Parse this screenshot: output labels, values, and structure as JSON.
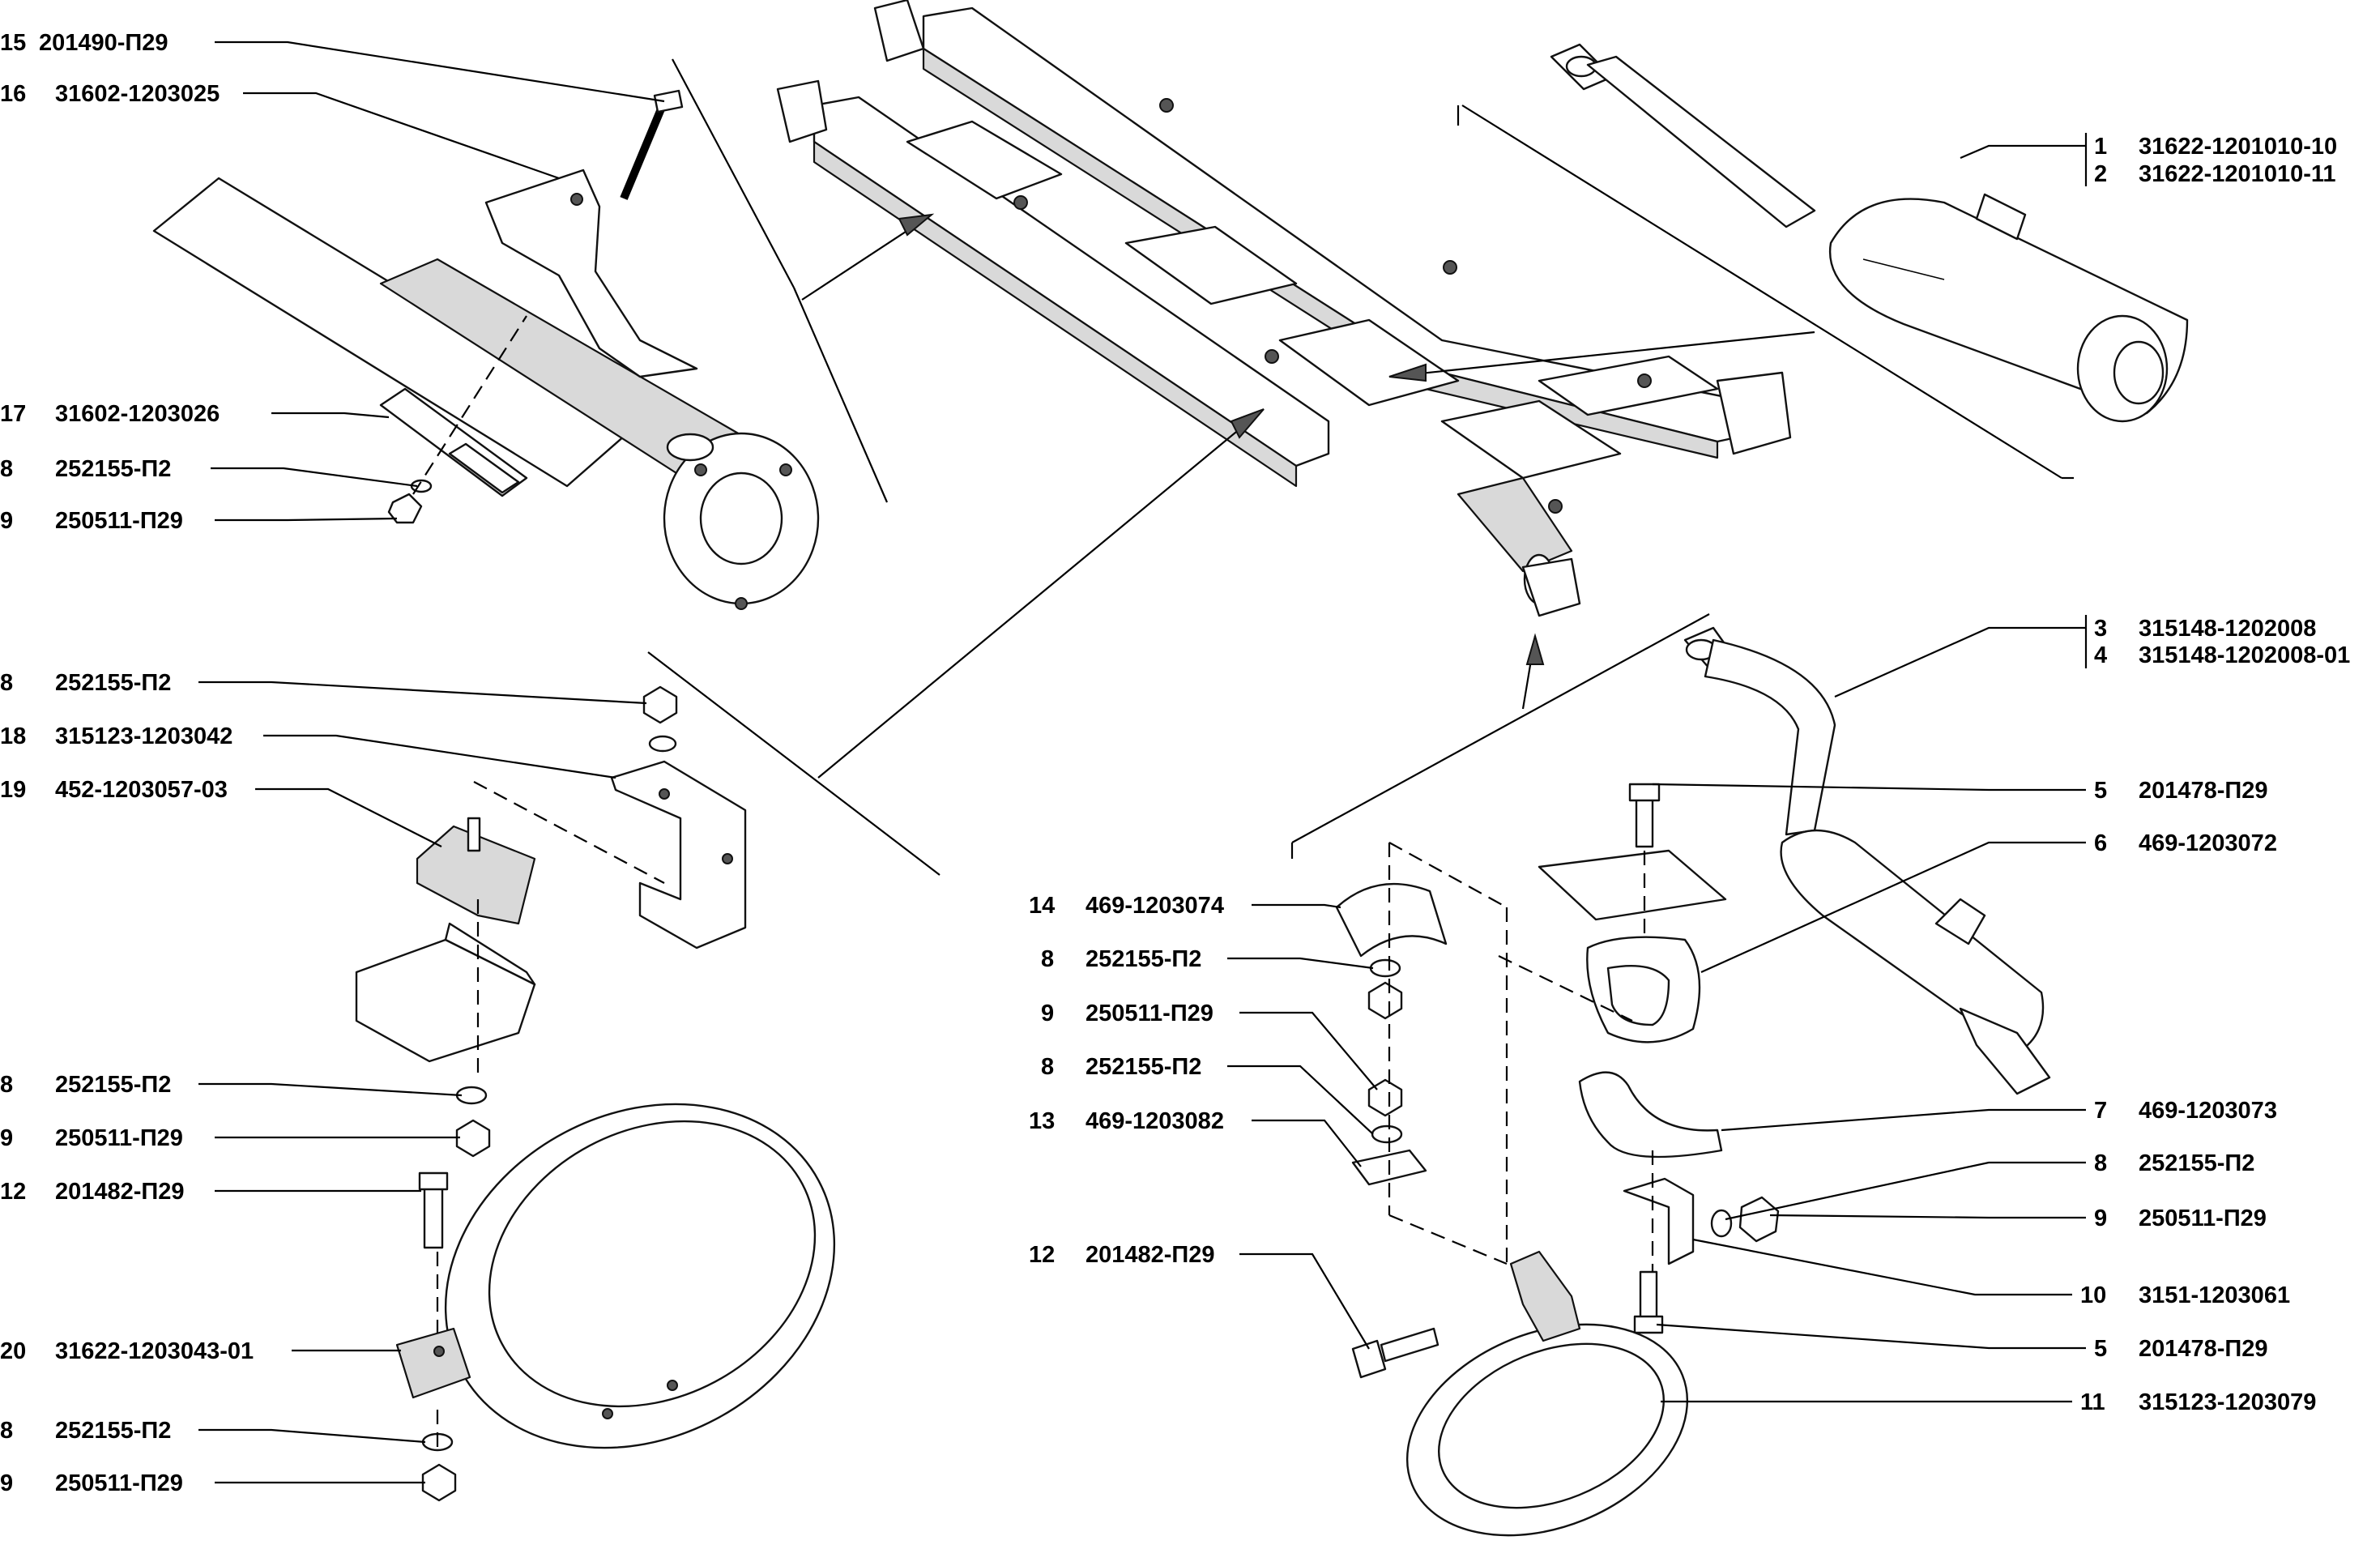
{
  "callouts": [
    {
      "num": "15",
      "code": "201490-П29"
    },
    {
      "num": "16",
      "code": "31602-1203025"
    },
    {
      "num": "17",
      "code": "31602-1203026"
    },
    {
      "num": "8",
      "code": "252155-П2"
    },
    {
      "num": "9",
      "code": "250511-П29"
    },
    {
      "num": "8",
      "code": "252155-П2"
    },
    {
      "num": "18",
      "code": "315123-1203042"
    },
    {
      "num": "19",
      "code": "452-1203057-03"
    },
    {
      "num": "8",
      "code": "252155-П2"
    },
    {
      "num": "9",
      "code": "250511-П29"
    },
    {
      "num": "12",
      "code": "201482-П29"
    },
    {
      "num": "20",
      "code": "31622-1203043-01"
    },
    {
      "num": "8",
      "code": "252155-П2"
    },
    {
      "num": "9",
      "code": "250511-П29"
    },
    {
      "num": "14",
      "code": "469-1203074"
    },
    {
      "num": "8",
      "code": "252155-П2"
    },
    {
      "num": "9",
      "code": "250511-П29"
    },
    {
      "num": "8",
      "code": "252155-П2"
    },
    {
      "num": "13",
      "code": "469-1203082"
    },
    {
      "num": "12",
      "code": "201482-П29"
    },
    {
      "num": "1",
      "code": "31622-1201010-10"
    },
    {
      "num": "2",
      "code": "31622-1201010-11"
    },
    {
      "num": "3",
      "code": "315148-1202008"
    },
    {
      "num": "4",
      "code": "315148-1202008-01"
    },
    {
      "num": "5",
      "code": "201478-П29"
    },
    {
      "num": "6",
      "code": "469-1203072"
    },
    {
      "num": "7",
      "code": "469-1203073"
    },
    {
      "num": "8",
      "code": "252155-П2"
    },
    {
      "num": "9",
      "code": "250511-П29"
    },
    {
      "num": "10",
      "code": "3151-1203061"
    },
    {
      "num": "5",
      "code": "201478-П29"
    },
    {
      "num": "11",
      "code": "315123-1203079"
    }
  ]
}
